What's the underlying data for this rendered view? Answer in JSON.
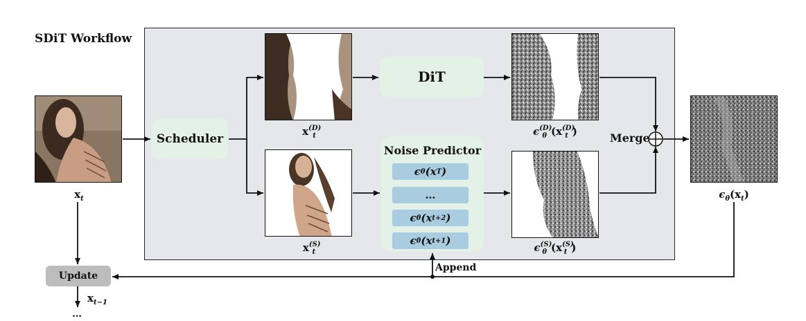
{
  "title": "SDiT Workflow",
  "nodes": {
    "scheduler": "Scheduler",
    "dit": "DiT",
    "noise_predictor": "Noise Predictor",
    "merge": "Merge",
    "update": "Update",
    "append": "Append"
  },
  "predictor_items": [
    "ϵθ(xT)",
    "…",
    "ϵθ(xt+2)",
    "ϵθ(xt+1)"
  ],
  "labels": {
    "input": "xt",
    "dit_input": "xt(D)",
    "sched_input": "xt(S)",
    "dit_noise": "ϵθ(D)(xt(D))",
    "pred_noise": "ϵθ(S)(xt(S))",
    "output": "ϵθ(xt)",
    "next": "xt−1",
    "ellipsis": "…"
  },
  "colors": {
    "panel": "#e6e7eb",
    "green_box": "#e3f1e6",
    "blue_item": "#a9cce0",
    "update_box": "#bdbdbd"
  }
}
